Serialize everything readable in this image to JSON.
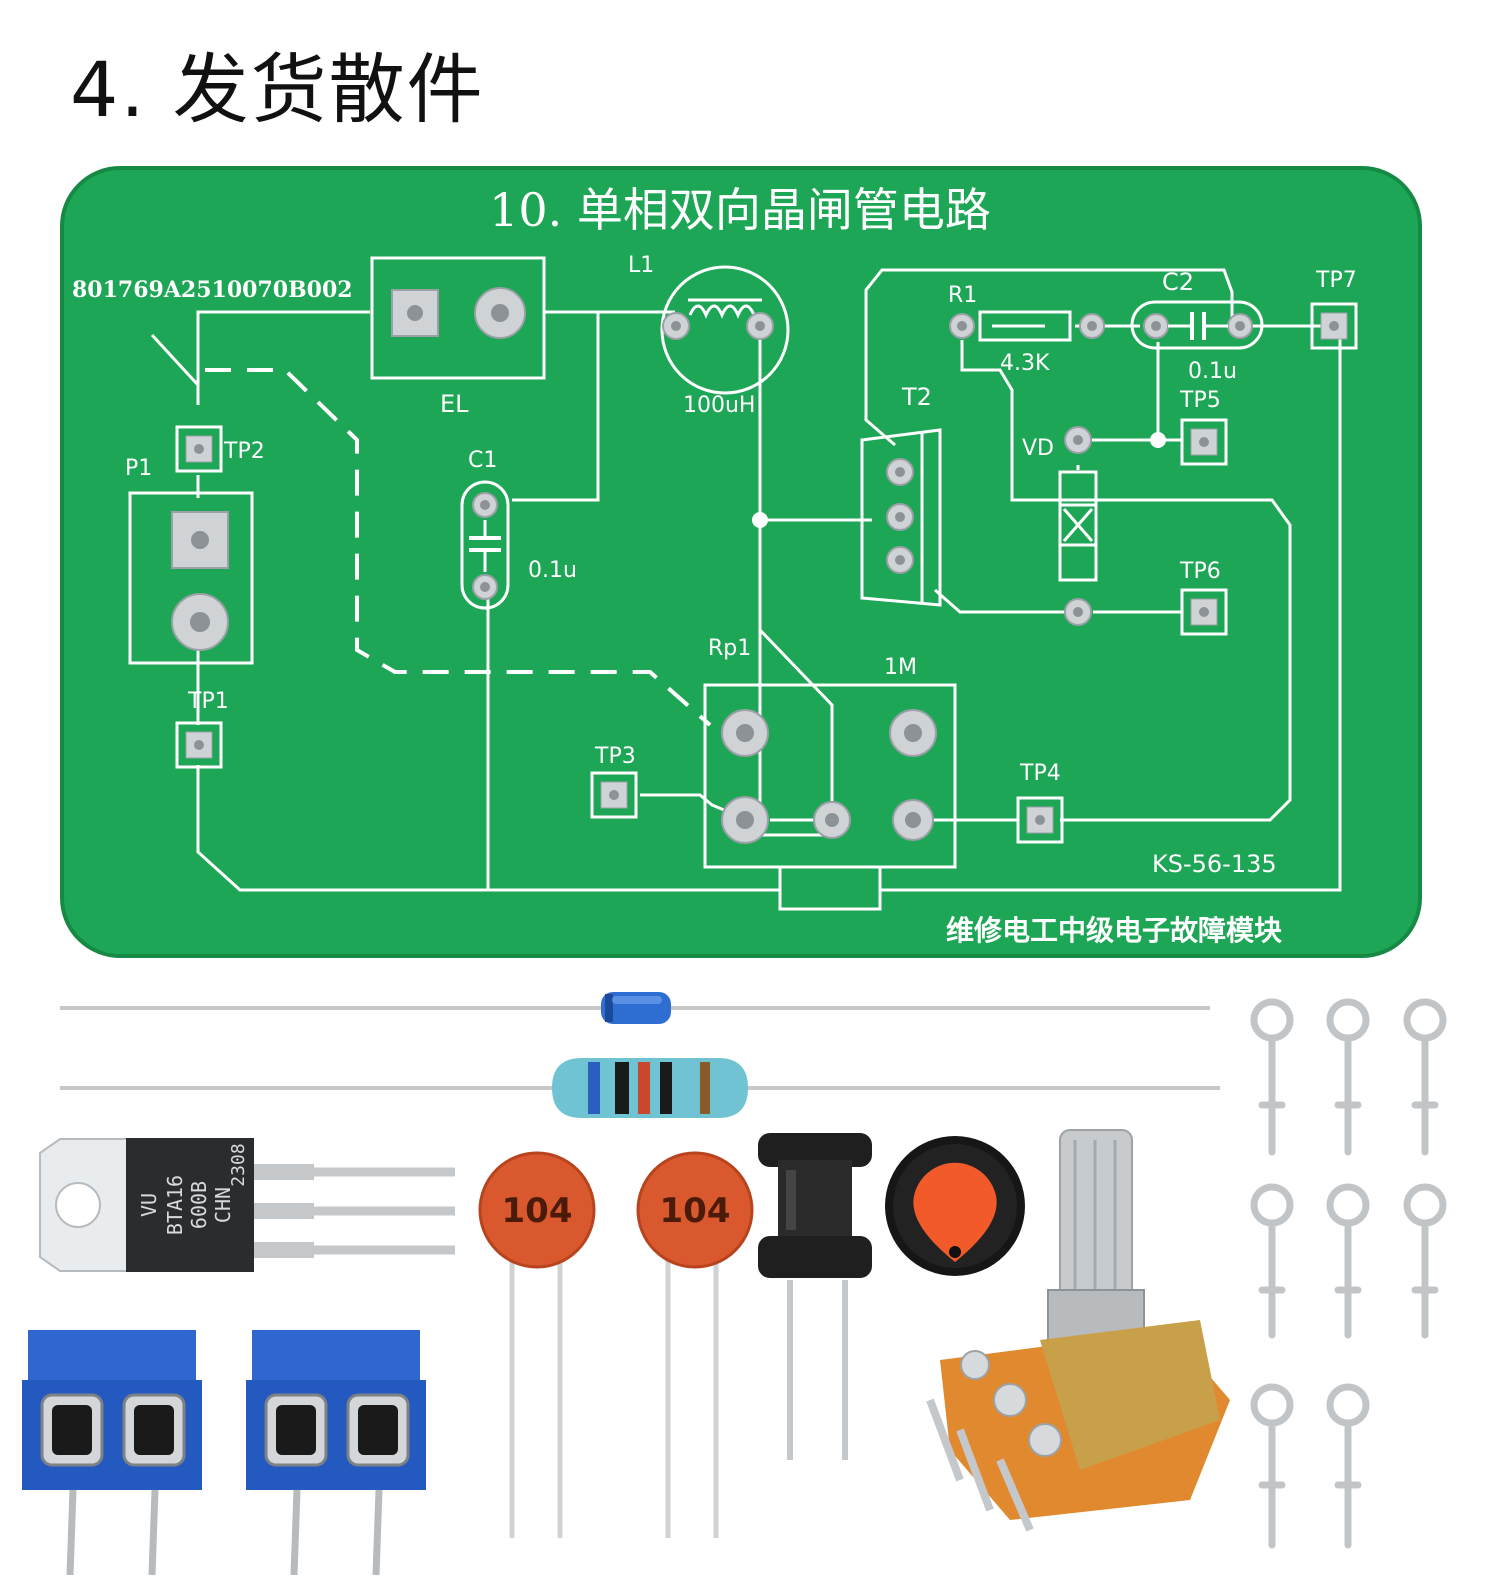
{
  "heading": "4. 发货散件",
  "pcb": {
    "title": "10. 单相双向晶闸管电路",
    "serial": "801769A2510070B002",
    "model": "KS-56-135",
    "module_name": "维修电工中级电子故障模块",
    "board_color": "#1faa55",
    "labels": {
      "el": "EL",
      "l1": "L1",
      "l1_value": "100uH",
      "c1": "C1",
      "c1_value": "0.1u",
      "p1": "P1",
      "tp1": "TP1",
      "tp2": "TP2",
      "tp3": "TP3",
      "tp4": "TP4",
      "tp5": "TP5",
      "tp6": "TP6",
      "tp7": "TP7",
      "r1": "R1",
      "r1_value": "4.3K",
      "c2": "C2",
      "c2_value": "0.1u",
      "t2": "T2",
      "vd": "VD",
      "rp1": "Rp1",
      "rp1_value": "1M"
    }
  },
  "parts": {
    "triac_marking": [
      "VU",
      "BTA16",
      "600B",
      "CHN",
      "2308"
    ],
    "capacitor_code": "104",
    "terminal_color": "#2f66d0",
    "knob_color": "#f25a2a"
  }
}
